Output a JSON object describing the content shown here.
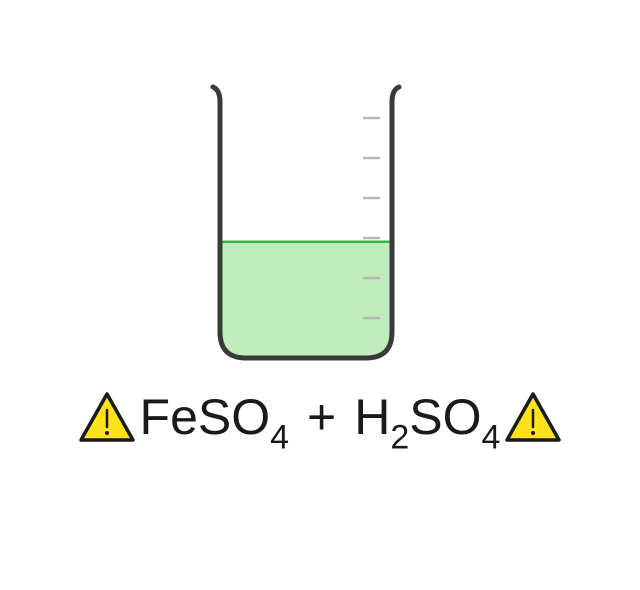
{
  "beaker": {
    "fill_fraction": 0.45,
    "liquid_color": "#c1ecbd",
    "liquid_surface_color": "#3bb54a",
    "glass_color": "#3a3a3a",
    "graduation_color": "#b8b8b8",
    "graduation_count": 6
  },
  "formula": {
    "reactant1_base": "FeSO",
    "reactant1_sub": "4",
    "operator": "+",
    "reactant2_h": "H",
    "reactant2_h_sub": "2",
    "reactant2_base": "SO",
    "reactant2_sub": "4"
  },
  "icons": {
    "left_warning": "warning-triangle-icon",
    "right_warning": "warning-triangle-icon",
    "warning_fill": "#ffe21c",
    "warning_stroke": "#1a1a1a"
  }
}
